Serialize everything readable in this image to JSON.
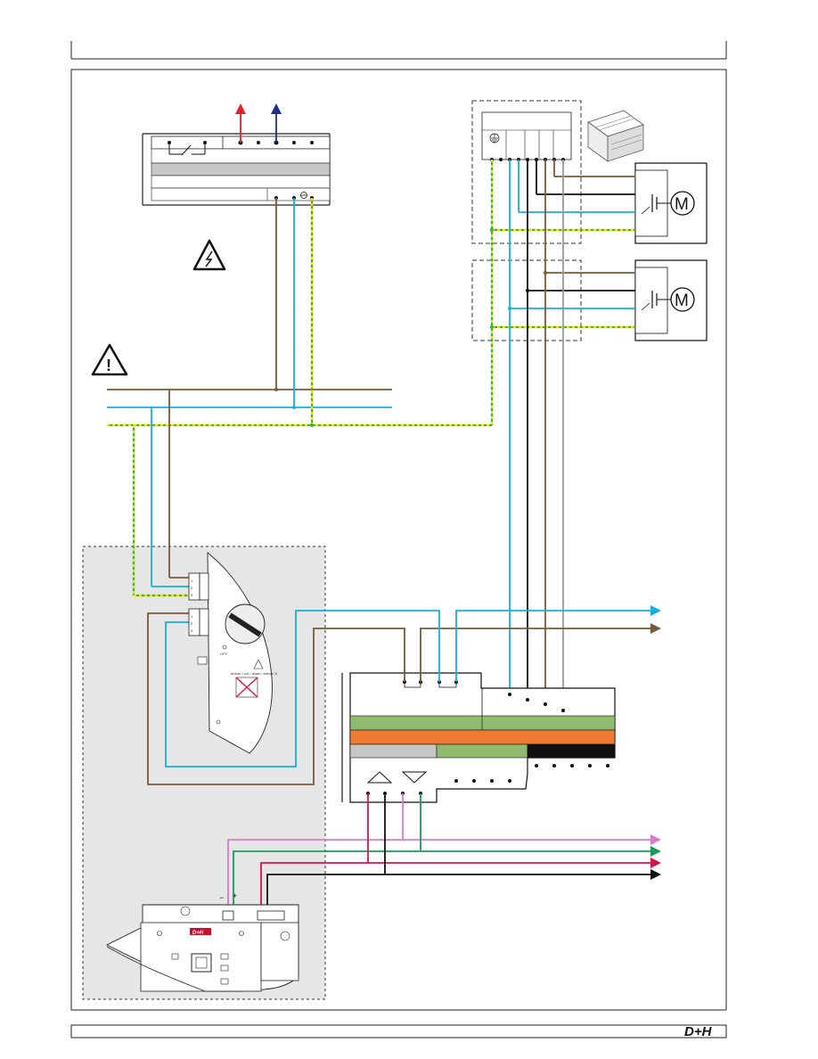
{
  "diagram": {
    "terminal_legend": {
      "minus": "−",
      "plus": "+"
    },
    "switch_labels": {
      "off": "OFF",
      "warning_text": "before / vor / avant / before Ω"
    },
    "motor_symbol": "M",
    "power_symbol": "⚡",
    "caution_symbol": "!",
    "ground_symbol": "⏚",
    "module_logo": "D+H",
    "panel_numbers": [
      "1",
      "2",
      "3",
      "4",
      "1",
      "2",
      "3",
      "4"
    ]
  },
  "footer": {
    "logo": "D+H"
  },
  "colors": {
    "brown": "#7a5a3a",
    "blue": "#17aee3",
    "green_yellow_a": "#3db33d",
    "green_yellow_b": "#f2e500",
    "red_arrow": "#e3202a",
    "navy_arrow": "#1e2f8c",
    "orange": "#f07a31",
    "olive": "#8fbb6f",
    "grey": "#c7c7c7",
    "pink": "#d87cd0",
    "green": "#1a9a5c",
    "crimson": "#d6144c",
    "black": "#111111",
    "grey_wire": "#999999"
  }
}
